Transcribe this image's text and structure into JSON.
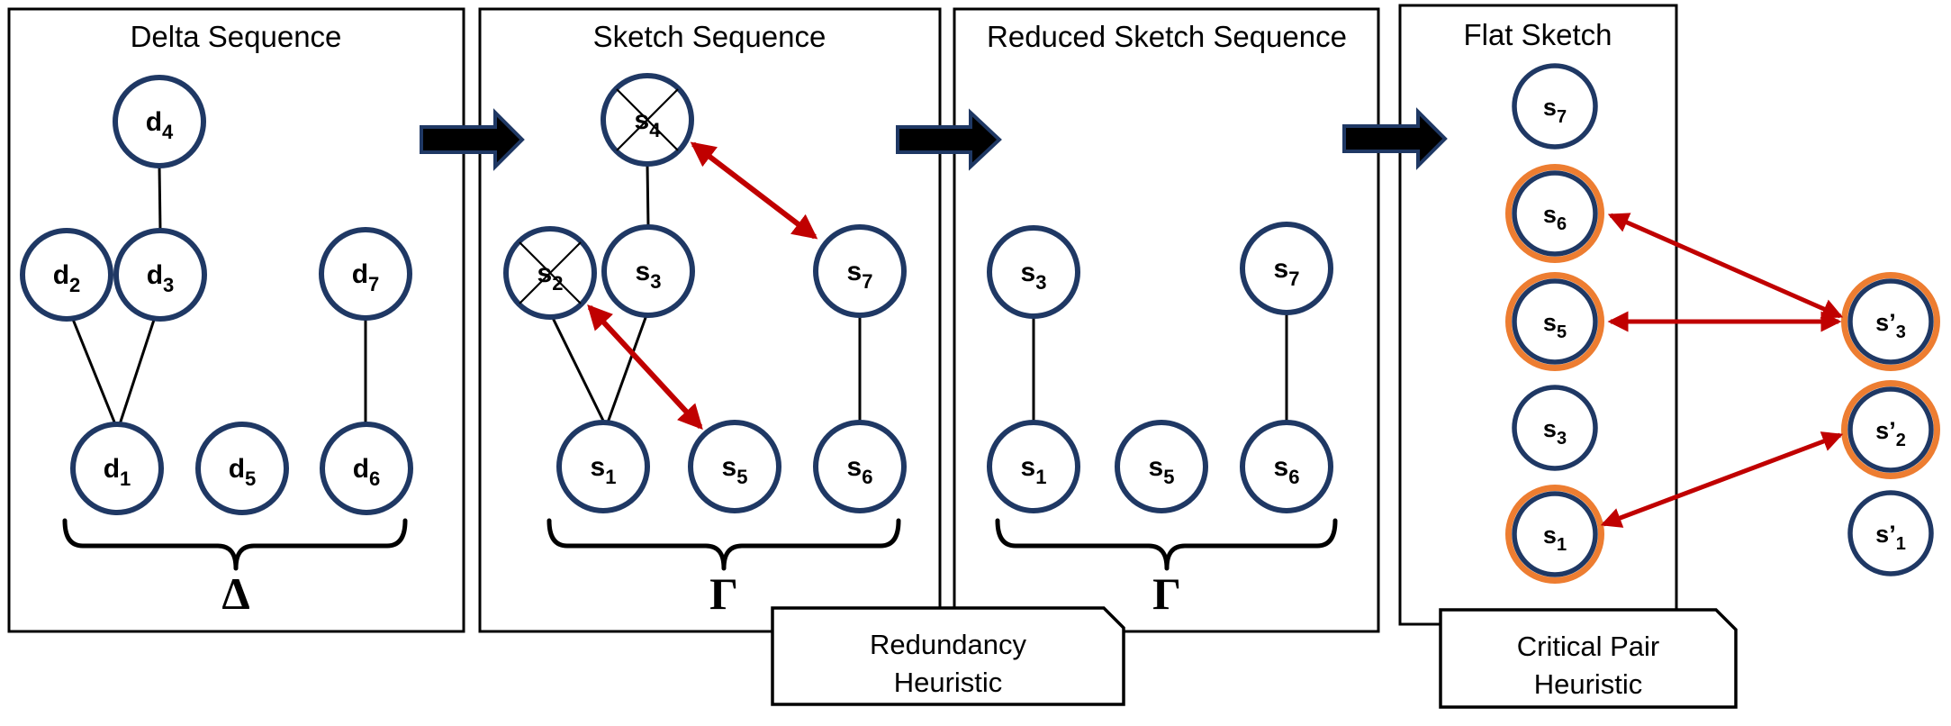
{
  "panels": [
    {
      "title": "Delta Sequence",
      "set_symbol": "Δ",
      "nodes": [
        {
          "base": "d",
          "sub": "4"
        },
        {
          "base": "d",
          "sub": "2"
        },
        {
          "base": "d",
          "sub": "3"
        },
        {
          "base": "d",
          "sub": "7"
        },
        {
          "base": "d",
          "sub": "1"
        },
        {
          "base": "d",
          "sub": "5"
        },
        {
          "base": "d",
          "sub": "6"
        }
      ]
    },
    {
      "title": "Sketch Sequence",
      "set_symbol": "Γ",
      "nodes": [
        {
          "base": "s",
          "sub": "4",
          "crossed": true
        },
        {
          "base": "s",
          "sub": "2",
          "crossed": true
        },
        {
          "base": "s",
          "sub": "3"
        },
        {
          "base": "s",
          "sub": "7"
        },
        {
          "base": "s",
          "sub": "1"
        },
        {
          "base": "s",
          "sub": "5"
        },
        {
          "base": "s",
          "sub": "6"
        }
      ]
    },
    {
      "title": "Reduced Sketch Sequence",
      "set_symbol": "Γ",
      "nodes": [
        {
          "base": "s",
          "sub": "3"
        },
        {
          "base": "s",
          "sub": "7"
        },
        {
          "base": "s",
          "sub": "1"
        },
        {
          "base": "s",
          "sub": "5"
        },
        {
          "base": "s",
          "sub": "6"
        }
      ]
    },
    {
      "title": "Flat Sketch",
      "nodes": [
        {
          "base": "s",
          "sub": "7"
        },
        {
          "base": "s",
          "sub": "6",
          "highlighted": true
        },
        {
          "base": "s",
          "sub": "5",
          "highlighted": true
        },
        {
          "base": "s",
          "sub": "3"
        },
        {
          "base": "s",
          "sub": "1",
          "highlighted": true
        },
        {
          "base": "s’",
          "sub": "3",
          "highlighted": true
        },
        {
          "base": "s’",
          "sub": "2",
          "highlighted": true
        },
        {
          "base": "s’",
          "sub": "1"
        }
      ]
    }
  ],
  "callouts": [
    {
      "line1": "Redundancy",
      "line2": "Heuristic"
    },
    {
      "line1": "Critical Pair",
      "line2": "Heuristic"
    }
  ],
  "icons": {
    "flow_arrow": "thick-right-arrow",
    "crossed_out": "x-mark",
    "match_arrow": "double-headed-red-arrow"
  },
  "colors": {
    "navy": "#1f3864",
    "orange": "#ed7d31",
    "red": "#c00000",
    "ink": "#000000"
  }
}
